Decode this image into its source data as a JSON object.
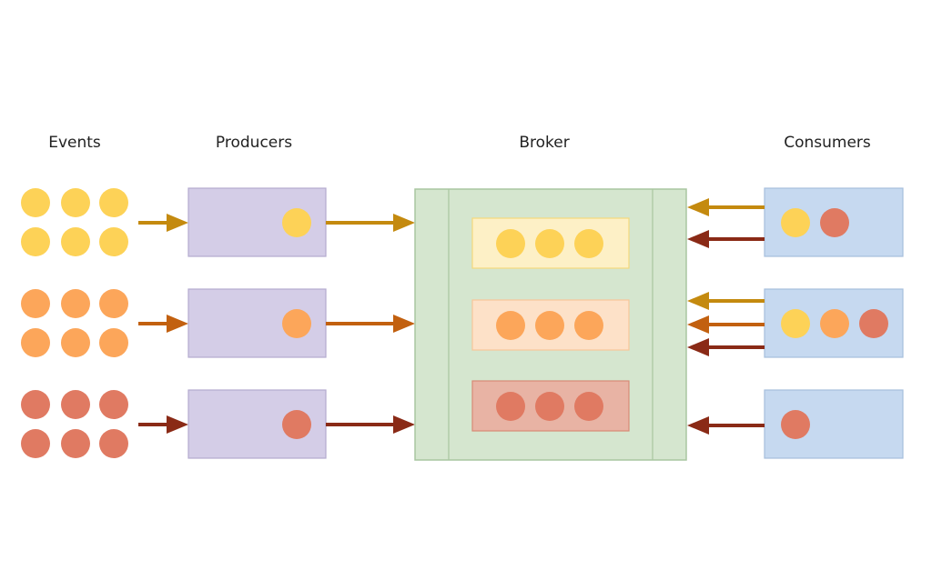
{
  "headings": {
    "events": "Events",
    "producers": "Producers",
    "broker": "Broker",
    "consumers": "Consumers"
  },
  "colors": {
    "yellow": "#fdd257",
    "orange": "#fca65a",
    "red": "#e07a62",
    "yellow_arrow": "#c48a0f",
    "orange_arrow": "#c2600f",
    "red_arrow": "#8a2a16",
    "producer_fill": "#d4cde7",
    "producer_stroke": "#b3aacf",
    "broker_fill": "#d5e6cf",
    "broker_stroke": "#a9c6a0",
    "consumer_fill": "#c6d9f0",
    "consumer_stroke": "#a6bfdd",
    "partition_yellow_fill": "#fdf0c6",
    "partition_yellow_stroke": "#f5d97c",
    "partition_orange_fill": "#fde1c8",
    "partition_orange_stroke": "#f7c699",
    "partition_red_fill": "#e8b3a4",
    "partition_red_stroke": "#d88a76"
  },
  "event_groups": [
    {
      "color": "yellow",
      "count": 6
    },
    {
      "color": "orange",
      "count": 6
    },
    {
      "color": "red",
      "count": 6
    }
  ],
  "producers": [
    {
      "event_color": "yellow"
    },
    {
      "event_color": "orange"
    },
    {
      "event_color": "red"
    }
  ],
  "broker": {
    "partitions": [
      {
        "color": "yellow",
        "count": 3
      },
      {
        "color": "orange",
        "count": 3
      },
      {
        "color": "red",
        "count": 3
      }
    ]
  },
  "consumers": [
    {
      "subscribes": [
        "yellow",
        "red"
      ]
    },
    {
      "subscribes": [
        "yellow",
        "orange",
        "red"
      ]
    },
    {
      "subscribes": [
        "red"
      ]
    }
  ]
}
